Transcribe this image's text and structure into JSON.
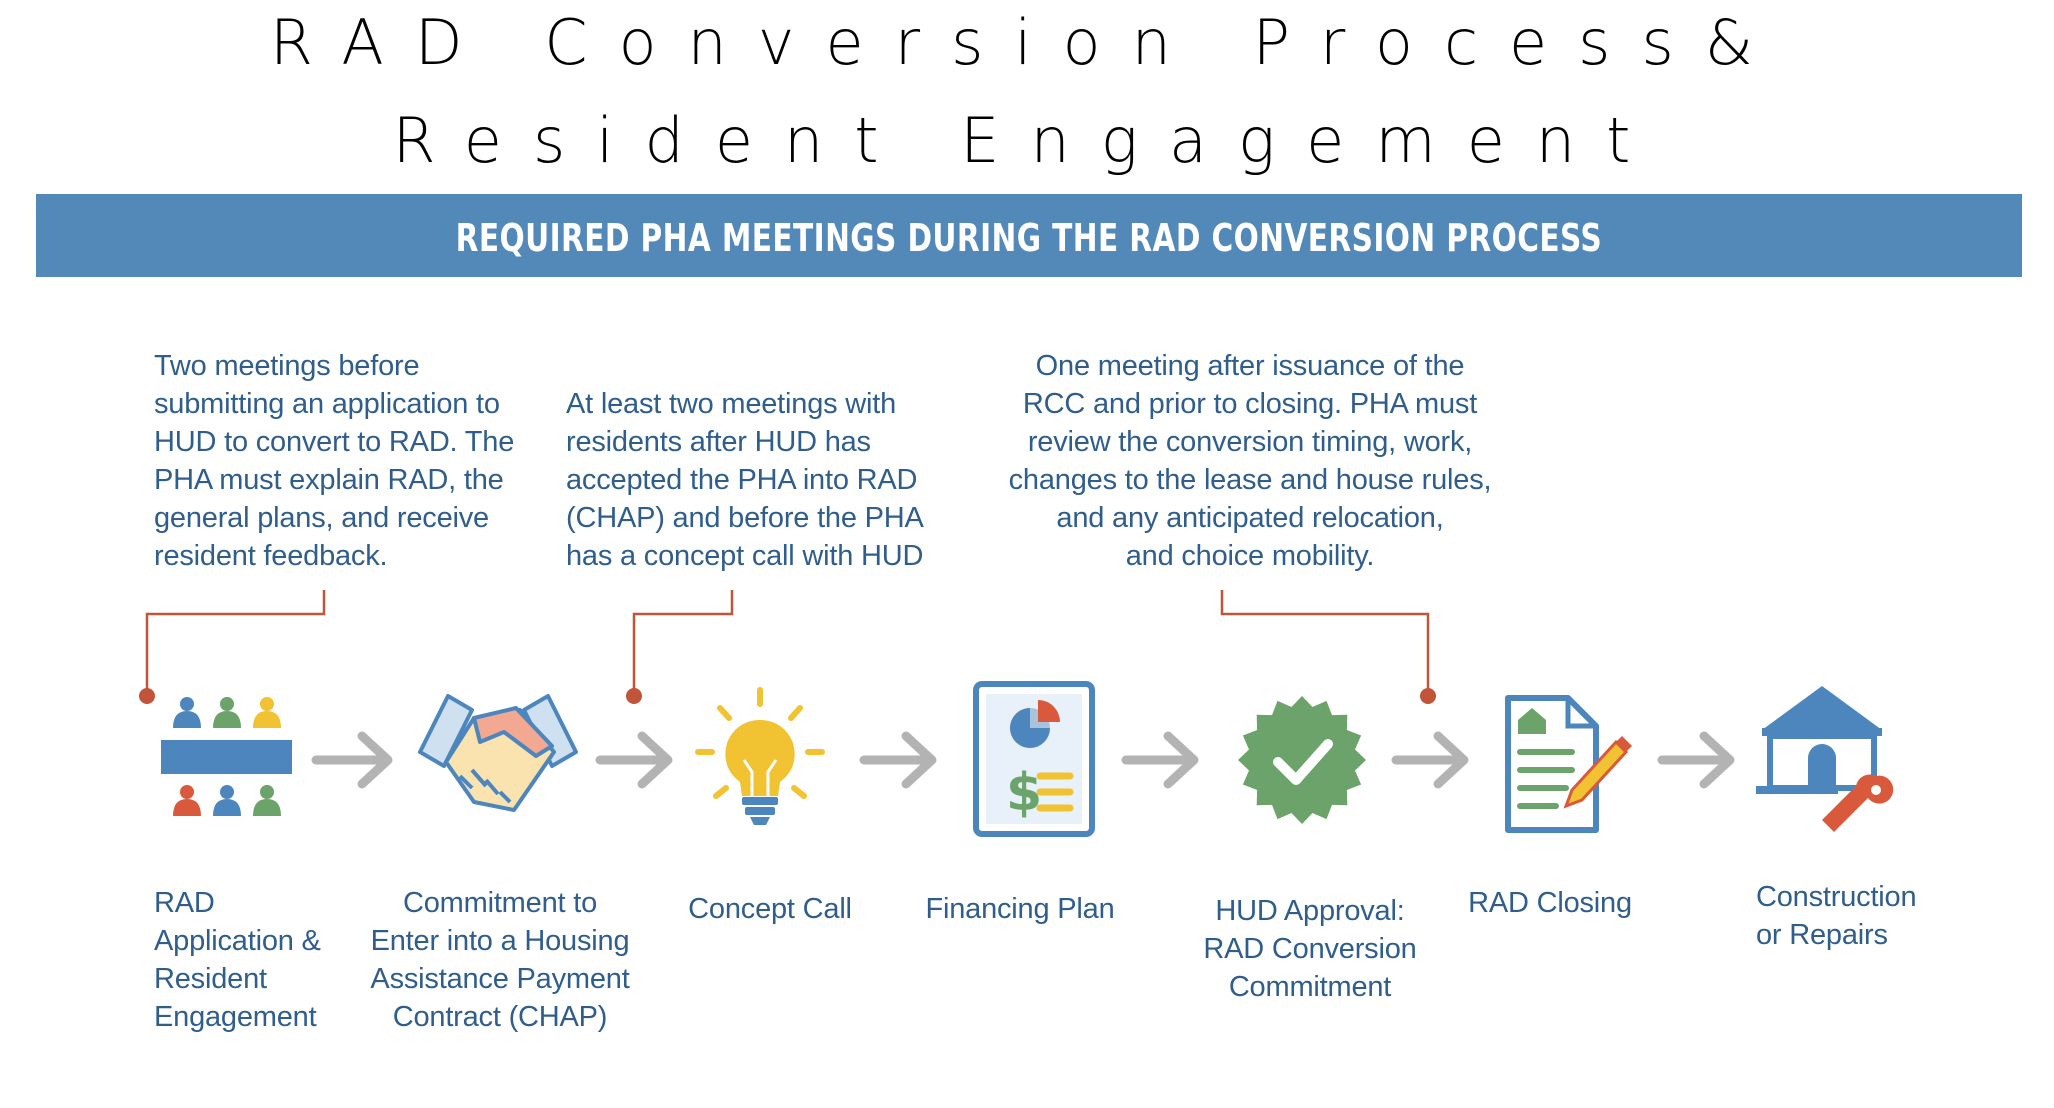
{
  "title": {
    "line1": "RAD Conversion Process&",
    "line2": "Resident Engagement"
  },
  "banner": {
    "text": "REQUIRED PHA MEETINGS DURING THE RAD CONVERSION PROCESS"
  },
  "notes": [
    {
      "text": "Two meetings before\nsubmitting an application to\nHUD to convert to RAD. The\nPHA must explain RAD, the\ngeneral plans, and receive\nresident feedback."
    },
    {
      "text": "At least two meetings with\nresidents after HUD has\naccepted the PHA into RAD\n(CHAP) and before the PHA\nhas a concept call with HUD"
    },
    {
      "text": "One meeting after issuance of the\nRCC and prior to closing. PHA must\nreview the conversion timing, work,\nchanges to the lease and house rules,\nand any anticipated relocation,\nand choice mobility."
    }
  ],
  "steps": [
    {
      "label": "RAD\nApplication &\nResident\nEngagement",
      "icon": "meeting-table-icon"
    },
    {
      "label": "Commitment to\nEnter into a Housing\nAssistance Payment\nContract (CHAP)",
      "icon": "handshake-icon"
    },
    {
      "label": "Concept Call",
      "icon": "lightbulb-icon"
    },
    {
      "label": "Financing Plan",
      "icon": "financing-document-icon"
    },
    {
      "label": "HUD Approval:\nRAD Conversion\nCommitment",
      "icon": "approval-seal-icon"
    },
    {
      "label": "RAD Closing",
      "icon": "closing-document-icon"
    },
    {
      "label": "Construction\nor Repairs",
      "icon": "house-wrench-icon"
    }
  ],
  "colors": {
    "banner": "#5289b9",
    "text": "#2f5d8c",
    "connector": "#c0553a",
    "arrow": "#b3b3b3",
    "blue": "#4d86bd",
    "green": "#6ba36a",
    "red": "#d9593c",
    "yellow": "#f1c232"
  }
}
